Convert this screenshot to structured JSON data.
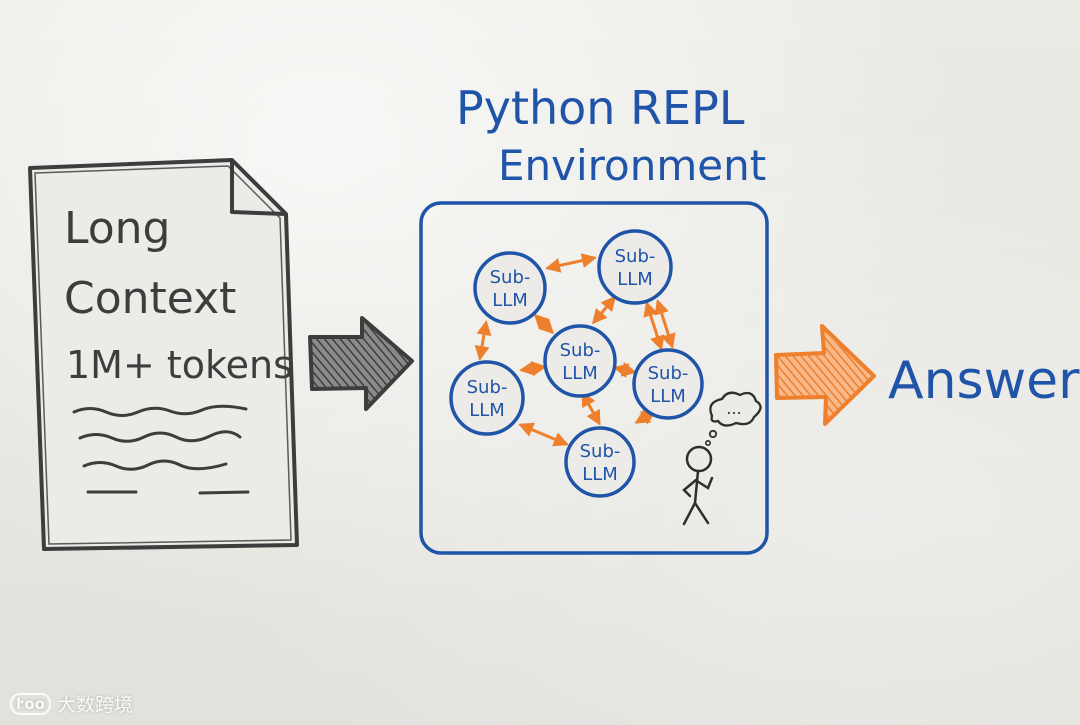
{
  "document": {
    "title_lines": [
      "Long",
      "Context",
      "1M+ tokens"
    ]
  },
  "environment": {
    "title_lines": [
      "Python REPL",
      "Environment"
    ]
  },
  "sub_llm": {
    "line1": "Sub-",
    "line2": "LLM"
  },
  "output": {
    "label": "Answer"
  },
  "thought_bubble": {
    "text": "..."
  },
  "watermark": {
    "text": "大数跨境"
  },
  "colors": {
    "ink_black": "#3d3d3d",
    "ink_blue": "#1f54a8",
    "ink_orange": "#ee7f2c"
  }
}
